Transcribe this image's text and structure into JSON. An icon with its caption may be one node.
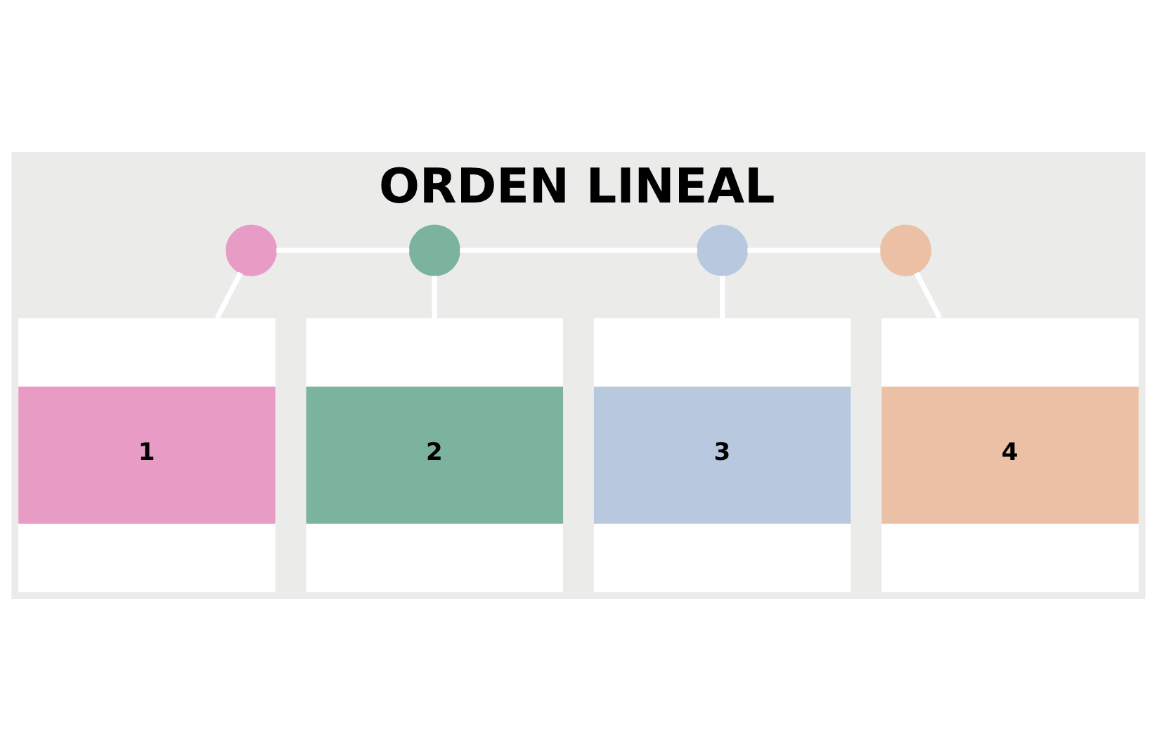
{
  "diagram": {
    "title": "ORDEN LINEAL",
    "nodes": [
      {
        "text": [],
        "shape": "circle"
      },
      {
        "text": [],
        "shape": "circle"
      },
      {
        "text": [],
        "shape": "circle"
      },
      {
        "text": [],
        "shape": "circle"
      },
      {
        "text": [
          "1"
        ]
      },
      {
        "text": [
          "2"
        ]
      },
      {
        "text": [
          "3"
        ]
      },
      {
        "text": [
          "4"
        ]
      }
    ],
    "edges": [
      {
        "from": 0,
        "to": 1,
        "arrow": "none"
      },
      {
        "from": 1,
        "to": 2,
        "arrow": "none"
      },
      {
        "from": 2,
        "to": 3,
        "arrow": "none"
      },
      {
        "from": 0,
        "to": 4,
        "arrow": "none"
      },
      {
        "from": 1,
        "to": 5,
        "arrow": "none"
      },
      {
        "from": 2,
        "to": 6,
        "arrow": "none"
      },
      {
        "from": 3,
        "to": 7,
        "arrow": "none"
      }
    ]
  }
}
